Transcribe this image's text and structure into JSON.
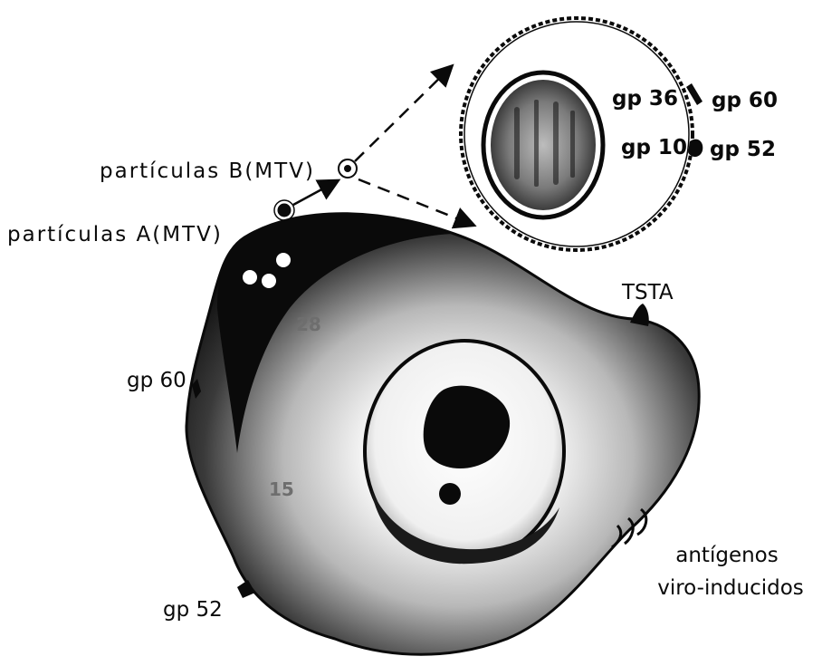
{
  "labels": {
    "particles_b": "partículas B(MTV)",
    "particles_a": "partículas A(MTV)",
    "gp36": "gp 36",
    "gp10": "gp 10",
    "gp60_virion": "gp 60",
    "gp52_virion": "gp 52",
    "tsta": "TSTA",
    "gp60_cell": "gp 60",
    "gp52_cell": "gp 52",
    "antigens_line1": "antígenos",
    "antigens_line2": "viro-inducidos",
    "num_28": "28",
    "num_15": "15"
  },
  "colors": {
    "ink": "#0a0a0a",
    "background": "#ffffff",
    "cytoplasm_gray": "#8c8c8c",
    "numeral_gray": "#6e6e6e"
  },
  "icons": {
    "arrow": "dashed-arrow",
    "budding_particle": "circle"
  }
}
